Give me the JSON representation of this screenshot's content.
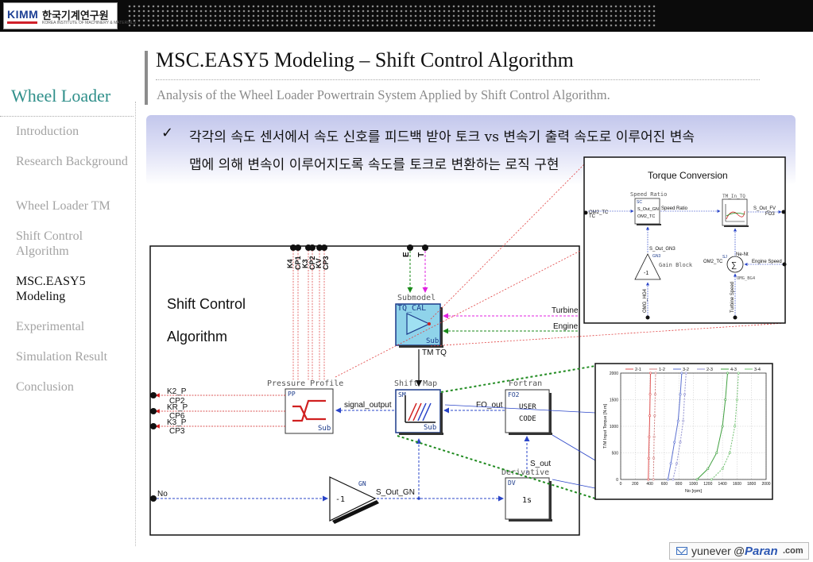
{
  "logo": {
    "abbr": "KIMM",
    "korean": "한국기계연구원",
    "english": "KOREA INSTITUTE OF MACHINERY & MATERIALS"
  },
  "title": "MSC.EASY5 Modeling – Shift Control Algorithm",
  "subtitle": "Analysis of the Wheel Loader Powertrain System Applied by Shift Control Algorithm.",
  "nav": {
    "heading": "Wheel Loader",
    "items": [
      {
        "label": "Introduction",
        "active": false
      },
      {
        "label": "Research Background",
        "active": false
      },
      {
        "label": "Wheel Loader TM",
        "active": false
      },
      {
        "label": "Shift Control Algorithm",
        "active": false
      },
      {
        "label": "MSC.EASY5 Modeling",
        "active": true
      },
      {
        "label": "Experimental",
        "active": false
      },
      {
        "label": "Simulation Result",
        "active": false
      },
      {
        "label": "Conclusion",
        "active": false
      }
    ]
  },
  "bullet": {
    "check": "✓",
    "line1": "각각의 속도 센서에서 속도 신호를 피드백 받아 토크 vs 변속기 출력 속도로 이루어진 변속",
    "line2": "맵에 의해 변속이 이루어지도록 속도를 토크로 변환하는 로직 구현"
  },
  "diagram": {
    "main_label_1": "Shift Control",
    "main_label_2": "Algorithm",
    "top_ports_left": [
      "K4",
      "CP1",
      "K3",
      "CP2",
      "KV",
      "CP3"
    ],
    "top_ports_right": [
      "E",
      "T"
    ],
    "left_outputs": [
      "K2_P",
      "CP2",
      "KR_P",
      "CP6",
      "K3_P",
      "CP3"
    ],
    "no_label": "No",
    "submodel": {
      "caption": "Submodel",
      "name": "TQ_CAL",
      "sub": "Sub"
    },
    "turbine_label": "Turbine",
    "engine_label": "Engine",
    "tm_tq_label": "TM TQ",
    "pressure_profile": {
      "caption": "Pressure Profile",
      "code": "PP",
      "sub": "Sub"
    },
    "signal_output_label": "signal_output",
    "shift_map": {
      "caption": "Shift Map",
      "code": "SM",
      "sub": "Sub"
    },
    "fo_out_label": "FO_out",
    "fortran": {
      "caption": "Fortran",
      "code": "FO2",
      "line1": "USER",
      "line2": "CODE"
    },
    "s_out_label": "S_out",
    "derivative": {
      "caption": "Derivative",
      "code": "DV",
      "value": "1s"
    },
    "gain": {
      "code": "GN",
      "value": "-1",
      "out_label": "S_Out_GN"
    }
  },
  "torque_conversion": {
    "title": "Torque Conversion",
    "speed_ratio_caption": "Speed Ratio",
    "sr_code": "SC",
    "sr_in_left": "TC",
    "sr_in_label": "OM2_TC",
    "sr_inner_1": "S_Out_GN",
    "sr_inner_2": "OM2_TC",
    "sr_out_label": "Speed Ratio",
    "tq_block_caption": "TM_In_TQ",
    "tq_out_label": "S_Out_FV",
    "tq_out_port": "FO3",
    "gain_in_label": "S_Out_GN3",
    "gain_code": "GN3",
    "gain_value": "-1",
    "gain_caption": "Gain Block",
    "gain_bottom": "OMG_HG4",
    "sum_label_top": "Ne-Nt",
    "sum_in_label": "OM2_TC",
    "sum_code": "SJ",
    "sum_bottom_label": "OMG_BG4",
    "engine_speed": "Engine Speed",
    "turbine_speed": "Turbine Speed"
  },
  "chart_data": {
    "type": "line",
    "title": "",
    "xlabel": "No [rpm]",
    "ylabel": "T/M Input Torque [N.m]",
    "xlim": [
      0,
      2000
    ],
    "ylim": [
      0,
      2000
    ],
    "xticks": [
      0,
      200,
      400,
      600,
      800,
      1000,
      1200,
      1400,
      1600,
      1800,
      2000
    ],
    "yticks": [
      0,
      500,
      1000,
      1500,
      2000
    ],
    "grid": true,
    "legend_position": "top",
    "series": [
      {
        "name": "2-1",
        "color": "#e05050",
        "x": [
          380,
          385,
          392,
          400,
          405,
          410
        ],
        "y": [
          0,
          400,
          800,
          1200,
          1600,
          2000
        ]
      },
      {
        "name": "1-2",
        "color": "#d08080",
        "x": [
          450,
          455,
          460,
          468,
          475,
          480
        ],
        "y": [
          0,
          400,
          800,
          1200,
          1600,
          2000
        ]
      },
      {
        "name": "3-2",
        "color": "#5a6fd0",
        "x": [
          650,
          690,
          740,
          790,
          820,
          840
        ],
        "y": [
          0,
          300,
          700,
          1100,
          1600,
          2000
        ]
      },
      {
        "name": "2-3",
        "color": "#9090d0",
        "x": [
          720,
          770,
          820,
          860,
          880,
          900
        ],
        "y": [
          0,
          300,
          700,
          1100,
          1600,
          2000
        ]
      },
      {
        "name": "4-3",
        "color": "#40a040",
        "x": [
          1050,
          1200,
          1320,
          1400,
          1440,
          1470
        ],
        "y": [
          0,
          200,
          500,
          1000,
          1500,
          2000
        ]
      },
      {
        "name": "3-4",
        "color": "#70c070",
        "x": [
          1250,
          1400,
          1500,
          1570,
          1600,
          1620
        ],
        "y": [
          0,
          200,
          500,
          1000,
          1500,
          2000
        ]
      }
    ]
  },
  "footer": {
    "user": "yunever",
    "at": "@",
    "brand": "Paran",
    "tld": ".com"
  }
}
